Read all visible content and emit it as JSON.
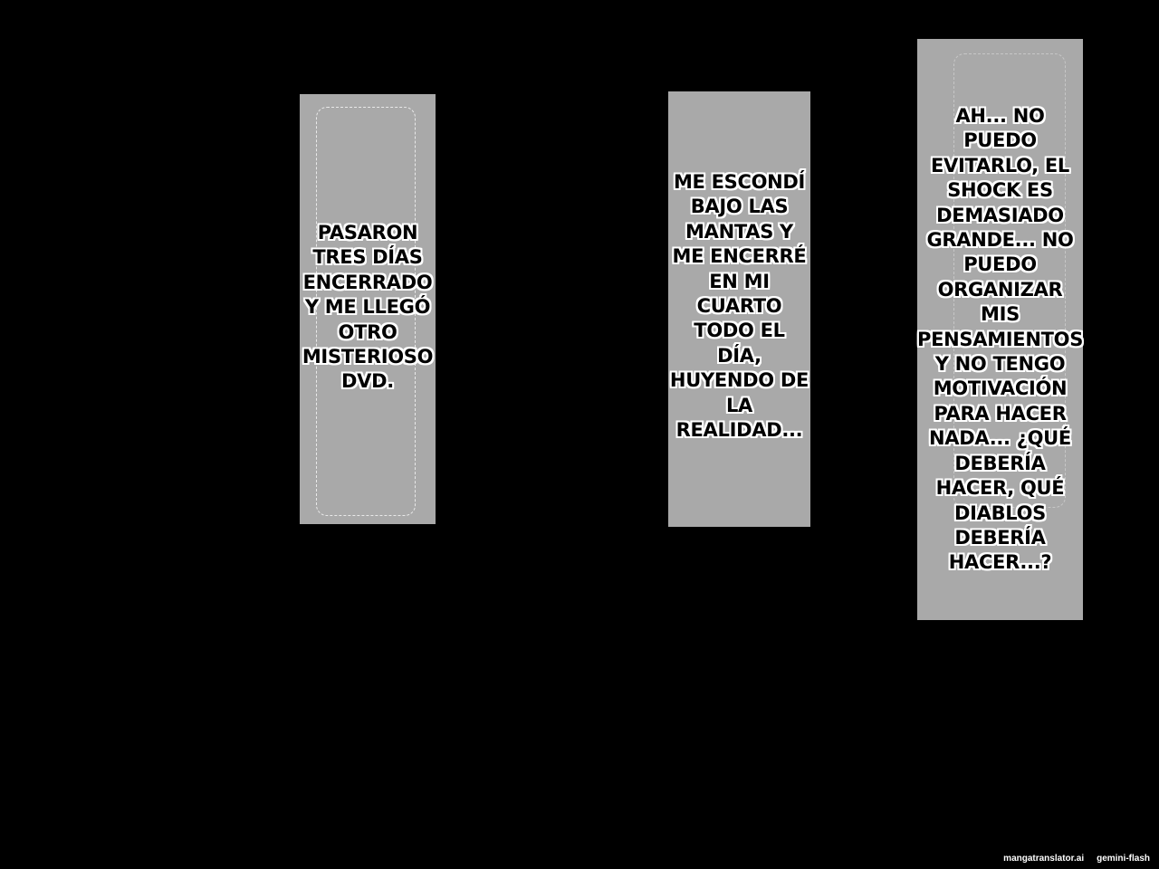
{
  "background_color": "#000000",
  "panel_color": "#a9a9a9",
  "panels": [
    {
      "text": "PASARON\nTRES DÍAS\nENCERRADO\nY ME LLEGÓ\nOTRO\nMISTERIOSO\nDVD."
    },
    {
      "text": "ME ESCONDÍ\nBAJO LAS\nMANTAS Y\nME ENCERRÉ\nEN MI\nCUARTO\nTODO EL\nDÍA,\nHUYENDO DE\nLA\nREALIDAD..."
    },
    {
      "text": "AH... NO\nPUEDO\nEVITARLO, EL\nSHOCK ES\nDEMASIADO\nGRANDE... NO\nPUEDO\nORGANIZAR MIS\nPENSAMIENTOS\nY NO TENGO\nMOTIVACIÓN\nPARA HACER\nNADA... ¿QUÉ\nDEBERÍA\nHACER, QUÉ\nDIABLOS\nDEBERÍA\nHACER...?"
    }
  ],
  "watermark": {
    "site": "mangatranslator.ai",
    "model": "gemini-flash"
  }
}
